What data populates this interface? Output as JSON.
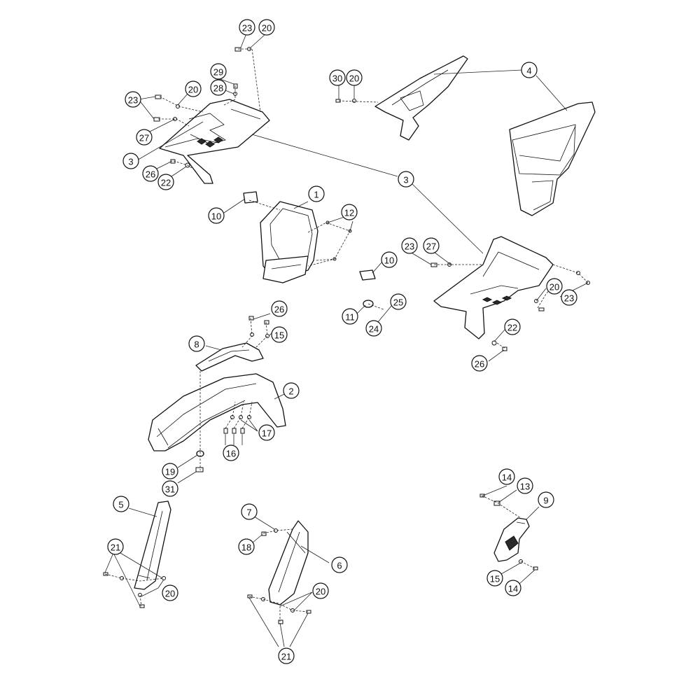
{
  "diagram": {
    "callouts": {
      "c1": "1",
      "c2": "2",
      "c3a": "3",
      "c3b": "3",
      "c4": "4",
      "c5": "5",
      "c6": "6",
      "c7": "7",
      "c8": "8",
      "c9": "9",
      "c10a": "10",
      "c10b": "10",
      "c11": "11",
      "c12": "12",
      "c13": "13",
      "c14a": "14",
      "c14b": "14",
      "c15a": "15",
      "c15b": "15",
      "c16": "16",
      "c17": "17",
      "c18": "18",
      "c19": "19",
      "c20a": "20",
      "c20b": "20",
      "c20c": "20",
      "c20d": "20",
      "c20e": "20",
      "c20f": "20",
      "c21a": "21",
      "c21b": "21",
      "c22a": "22",
      "c22b": "22",
      "c23a": "23",
      "c23b": "23",
      "c23c": "23",
      "c23d": "23",
      "c24": "24",
      "c25": "25",
      "c26a": "26",
      "c26b": "26",
      "c26c": "26",
      "c27a": "27",
      "c27b": "27",
      "c28": "28",
      "c29": "29",
      "c30": "30",
      "c31": "31"
    }
  }
}
